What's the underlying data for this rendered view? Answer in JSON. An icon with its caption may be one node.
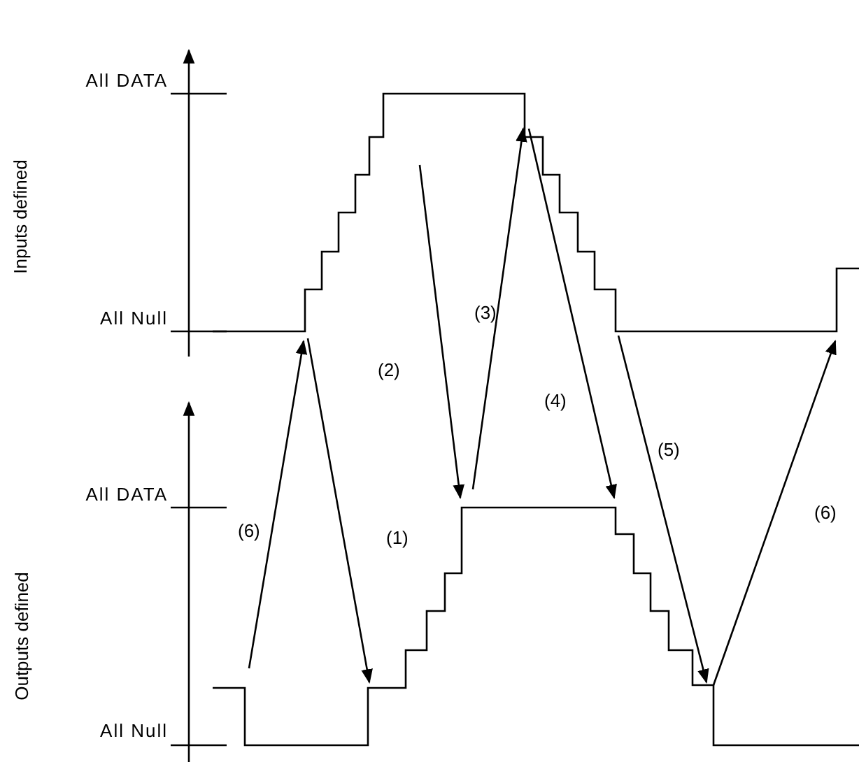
{
  "diagram": {
    "labels": [
      "All DATA",
      "Inputs defined",
      "All Null",
      "(3)",
      "(2)",
      "(4)",
      "(5)",
      "All DATA",
      "(6)",
      "(1)",
      "(6)",
      "Outputs defined",
      "All Null"
    ]
  }
}
